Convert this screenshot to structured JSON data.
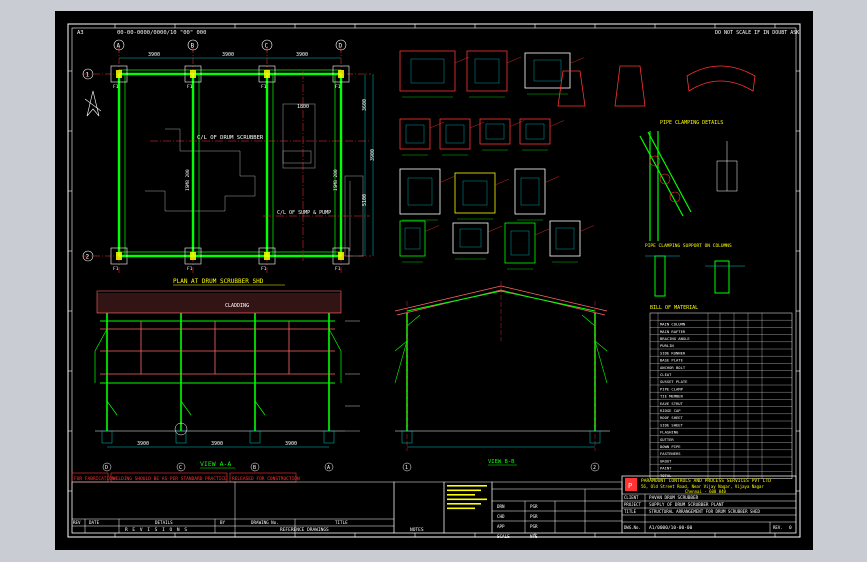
{
  "drawing": {
    "top_left_tag": "A3",
    "top_number": "00-00-0000/0000/10 \"00\" 000",
    "top_right_note": "DO NOT SCALE IF IN DOUBT ASK",
    "plan": {
      "title": "PLAN AT DRUM SCRUBBER SHD",
      "grid_cols": [
        "A",
        "B",
        "C",
        "D"
      ],
      "grid_rows": [
        "1",
        "2"
      ],
      "dim_spacings": [
        "3900",
        "3900",
        "3900"
      ],
      "footing_label": "F1",
      "label_drum": "C/L OF DRUM SCRUBBER",
      "label_sump": "C/L OF SUMP & PUMP",
      "dims_right": [
        "1800",
        "3600",
        "3900",
        "5100"
      ]
    },
    "view_aa": {
      "title": "VIEW A-A",
      "roof_note": "CLADDING",
      "grids": [
        "D",
        "C",
        "B",
        "A"
      ],
      "spans": [
        "3900",
        "3900",
        "3900"
      ]
    },
    "view_bb": {
      "title": "VIEW B-B",
      "grids": [
        "1",
        "2"
      ]
    },
    "clamp_details": {
      "title": "PIPE CLAMPING DETAILS",
      "subtitle": "PIPE CLAMPING SUPPORT ON COLUMNS"
    },
    "bill_of_material": {
      "title": "BILL OF MATERIAL",
      "rows": [
        "MAIN COLUMN",
        "MAIN RAFTER",
        "BRACING ANGLE",
        "PURLIN",
        "SIDE RUNNER",
        "BASE PLATE",
        "ANCHOR BOLT",
        "CLEAT",
        "GUSSET PLATE",
        "PIPE CLAMP",
        "TIE MEMBER",
        "EAVE STRUT",
        "RIDGE CAP",
        "ROOF SHEET",
        "SIDE SHEET",
        "FLASHING",
        "GUTTER",
        "DOWN PIPE",
        "FASTENERS",
        "GROUT",
        "PAINT",
        "TOTAL"
      ]
    },
    "notes_strip": {
      "cell1": "FOR FABRICATION",
      "cell2": "WELDING SHOULD BE AS PER STANDARD PRACTICE",
      "cell3": "RELEASED FOR CONSTRUCTION"
    },
    "revisions_header": [
      "REV",
      "DATE",
      "DETAILS",
      "BY",
      "DRAWING No.",
      "TITLE"
    ],
    "revisions_label": "R E V I S I O N S",
    "reference_label": "REFERENCE DRAWINGS",
    "notes_label": "NOTES",
    "title_block": {
      "company": "PARAMOUNT CONTROLS AND PROCESS SERVICES PVT LTD",
      "address": "56, Old Street Road, Near Vijay Nagar, Vijaya Nagar",
      "city": "Chennai - 600 040",
      "client_label": "CLIENT",
      "client": "PAVAN DRUM SCRUBBER",
      "project_label": "PROJECT",
      "project": "SUPPLY OF DRUM SCRUBBER PLANT",
      "title_label": "TITLE",
      "title": "STRUCTURAL ARRANGEMENT FOR DRUM SCRUBBER SHED",
      "dwg_label": "DWG.No.",
      "dwg_no": "A1/0000/10-00-00",
      "rev_label": "REV.",
      "rev": "0"
    },
    "signature_block": {
      "labels": [
        "DRN",
        "CHD",
        "APP",
        "SCALE"
      ],
      "values": [
        "PSR",
        "PSR",
        "PSR",
        "NTS"
      ]
    }
  }
}
